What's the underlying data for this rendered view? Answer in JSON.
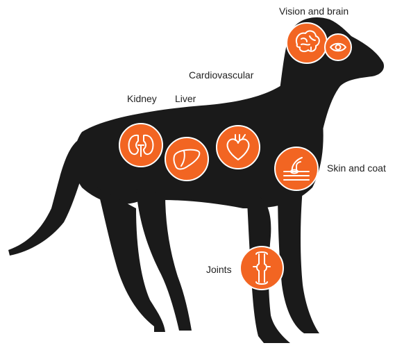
{
  "colors": {
    "silhouette": "#1a1a1a",
    "badge_fill": "#f26522",
    "badge_ring": "#ffffff",
    "icon_stroke": "#ffffff",
    "label_text": "#222222",
    "background": "#ffffff"
  },
  "labels": {
    "vision_brain": "Vision and brain",
    "cardiovascular": "Cardiovascular",
    "kidney": "Kidney",
    "liver": "Liver",
    "skin_coat": "Skin and coat",
    "joints": "Joints"
  },
  "icons": [
    "brain-icon",
    "eye-icon",
    "kidney-icon",
    "liver-icon",
    "heart-icon",
    "skin-hair-icon",
    "joint-bone-icon"
  ]
}
